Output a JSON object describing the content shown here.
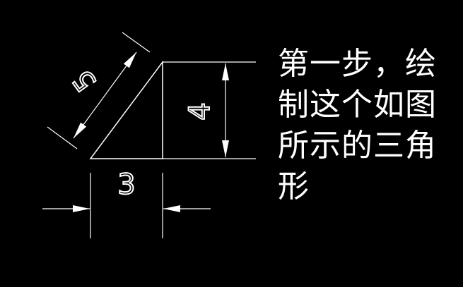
{
  "colors": {
    "background": "#000000",
    "stroke": "#ffffff"
  },
  "dimensions": {
    "hypotenuse": "5",
    "height": "4",
    "base": "3"
  },
  "caption": {
    "lines": [
      "第一步，绘",
      "制这个如图",
      "所示的三角",
      "形"
    ]
  }
}
